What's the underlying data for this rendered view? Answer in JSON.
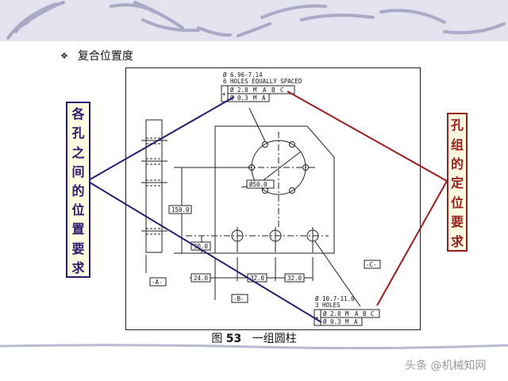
{
  "slide": {
    "heading_bullet": "❖",
    "heading": "复合位置度",
    "caption_prefix": "图",
    "caption_number": "53",
    "caption_text": "一组圆柱",
    "watermark": "头条 @机械知网"
  },
  "callouts": {
    "left": {
      "text": [
        "各",
        "孔",
        "之",
        "间",
        "的",
        "位",
        "置",
        "要",
        "求"
      ],
      "color": "#2a1a6e"
    },
    "right": {
      "text": [
        "孔",
        "组",
        "的",
        "定",
        "位",
        "要",
        "求"
      ],
      "color": "#9a1c1c"
    }
  },
  "drawing": {
    "top_note_line1": "Ø 6.96-7.14",
    "top_note_line2": "6 HOLES EQUALLY SPACED",
    "top_fcf": {
      "row1": {
        "tolerance": "Ø 2.8",
        "modifier": "M",
        "datums": [
          "A",
          "B",
          "C"
        ]
      },
      "row2": {
        "tolerance": "Ø 0.3",
        "modifier": "M",
        "datums": [
          "A"
        ]
      }
    },
    "bolt_circle_dim": "Ø50.0",
    "dim_150": "150.0",
    "dim_30": "30.0",
    "dim_24": "24.0",
    "dim_32a": "32.0",
    "dim_32b": "32.0",
    "datum_a": "-A-",
    "datum_b": "-B-",
    "datum_c": "-C-",
    "bottom_note_line1": "Ø 10.7-11.0",
    "bottom_note_line2": "3 HOLES",
    "bottom_fcf": {
      "row1": {
        "tolerance": "Ø 2.8",
        "modifier": "M",
        "datums": [
          "A",
          "B",
          "C"
        ]
      },
      "row2": {
        "tolerance": "Ø 0.3",
        "modifier": "M",
        "datums": [
          "A"
        ]
      }
    },
    "position_symbol": "⌖"
  },
  "colors": {
    "banner": "#e2e3ef",
    "left_accent": "#2a1a6e",
    "right_accent": "#9a1c1c",
    "callout_fill": "#fffbe0"
  }
}
